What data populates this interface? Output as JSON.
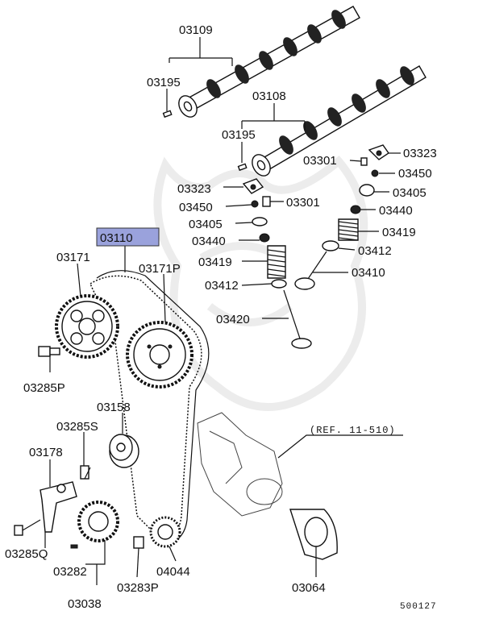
{
  "colors": {
    "highlight": "#9aa2dc",
    "line": "#111111",
    "watermark": "#ececec"
  },
  "labels": {
    "p03109": "03109",
    "p03195a": "03195",
    "p03108": "03108",
    "p03195b": "03195",
    "p03301r": "03301",
    "p03323r": "03323",
    "p03450r": "03450",
    "p03405r": "03405",
    "p03440r": "03440",
    "p03419r": "03419",
    "p03412r": "03412",
    "p03410": "03410",
    "p03323l": "03323",
    "p03450l": "03450",
    "p03301l": "03301",
    "p03405l": "03405",
    "p03440l": "03440",
    "p03419l": "03419",
    "p03412l": "03412",
    "p03420": "03420",
    "p03110": "03110",
    "p03171": "03171",
    "p03171P": "03171P",
    "p03285P": "03285P",
    "p03158": "03158",
    "p03285S": "03285S",
    "p03178": "03178",
    "p03285Q": "03285Q",
    "p03282": "03282",
    "p03038": "03038",
    "p03283P": "03283P",
    "p04044": "04044",
    "p03064": "03064",
    "ref": "(REF. 11-510)",
    "code": "500127"
  }
}
